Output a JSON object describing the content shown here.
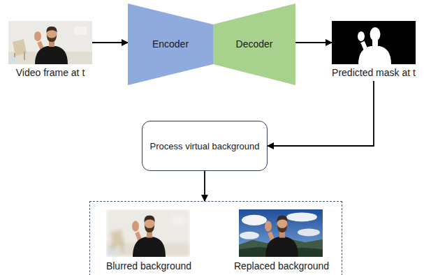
{
  "diagram": {
    "nodes": [
      {
        "text": [
          "Video frame at t"
        ]
      },
      {
        "text": [
          "Encoder"
        ]
      },
      {
        "text": [
          "Decoder"
        ]
      },
      {
        "text": [
          "Predicted mask at t"
        ]
      },
      {
        "text": [
          "Process virtual background"
        ]
      },
      {
        "text": []
      },
      {
        "text": [
          "Blurred background"
        ],
        "in": 5
      },
      {
        "text": [
          "Replaced background"
        ],
        "in": 5
      }
    ],
    "edges": [
      {
        "from": 0,
        "to": 1,
        "arrow": "to"
      },
      {
        "from": 2,
        "to": 3,
        "arrow": "to"
      },
      {
        "from": 3,
        "to": 4,
        "arrow": "to"
      },
      {
        "from": 4,
        "to": 5,
        "arrow": "to"
      }
    ]
  }
}
